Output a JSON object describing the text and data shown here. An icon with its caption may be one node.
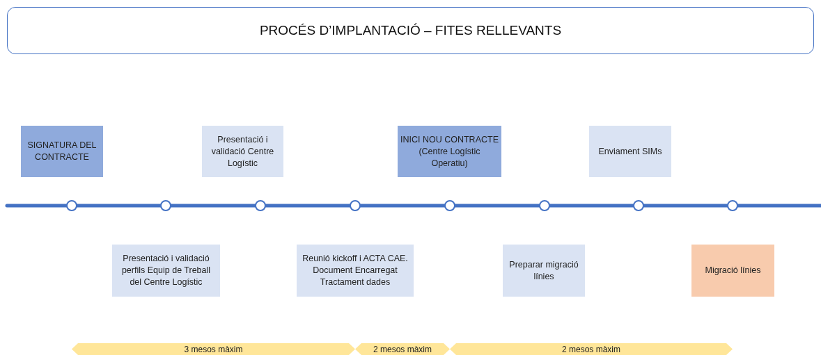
{
  "diagram": {
    "title": "PROCÉS D’IMPLANTACIÓ – FITES RELLEVANTS",
    "nodes": [
      {
        "text": [
          "SIGNATURA DEL CONTRACTE"
        ]
      },
      {
        "text": [
          "Presentació i validació Centre Logístic"
        ]
      },
      {
        "text": [
          "INICI NOU CONTRACTE (Centre Logístic Operatiu)"
        ]
      },
      {
        "text": [
          "Enviament SIMs"
        ]
      },
      {
        "text": [
          "Presentació i validació perfils Equip de Treball del Centre Logístic"
        ]
      },
      {
        "text": [
          "Reunió kickoff i ACTA CAE. Document Encarregat Tractament dades"
        ]
      },
      {
        "text": [
          "Preparar migració línies"
        ]
      },
      {
        "text": [
          "Migració línies"
        ]
      }
    ],
    "labels": [
      "3 mesos màxim",
      "2 mesos màxim",
      "2 mesos màxim"
    ]
  }
}
